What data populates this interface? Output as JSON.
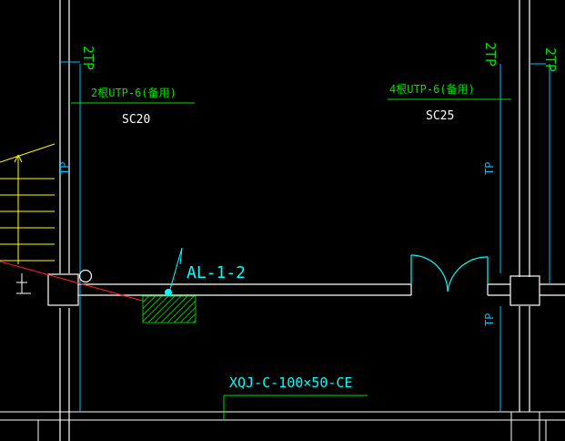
{
  "drawing": {
    "labels": {
      "tag_2tp_left": "2TP",
      "tag_2tp_right_a": "2TP",
      "tag_2tp_right_b": "2TP",
      "cable_left": "2根UTP-6(备用)",
      "conduit_left": "SC20",
      "cable_right": "4根UTP-6(备用)",
      "conduit_right": "SC25",
      "tp_left": "TP",
      "tp_right_top": "TP",
      "tp_right_bottom": "TP",
      "panel_label": "AL-1-2",
      "tray_label": "XQJ-C-100×50-CE"
    },
    "colors": {
      "background": "#000000",
      "walls": "#ffffff",
      "cyan_lines": "#00bfff",
      "cyan_bright": "#00ffff",
      "green_text": "#00e000",
      "white_text": "#ffffff",
      "yellow": "#ffff00",
      "red": "#ff2020",
      "hatch_green": "#00c000"
    }
  }
}
